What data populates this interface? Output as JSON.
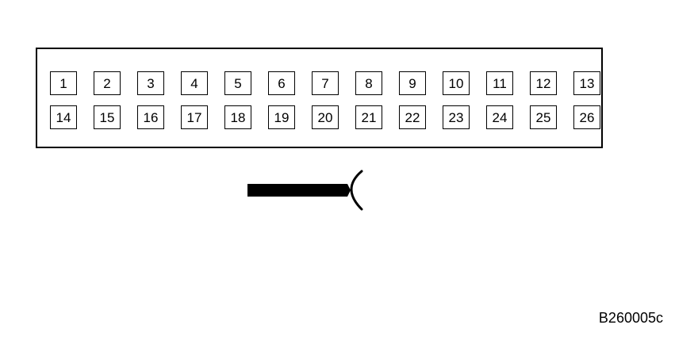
{
  "connector": {
    "pins_top": [
      "1",
      "2",
      "3",
      "4",
      "5",
      "6",
      "7",
      "8",
      "9",
      "10",
      "11",
      "12",
      "13"
    ],
    "pins_bottom": [
      "14",
      "15",
      "16",
      "17",
      "18",
      "19",
      "20",
      "21",
      "22",
      "23",
      "24",
      "25",
      "26"
    ]
  },
  "figure_code": "B260005c"
}
